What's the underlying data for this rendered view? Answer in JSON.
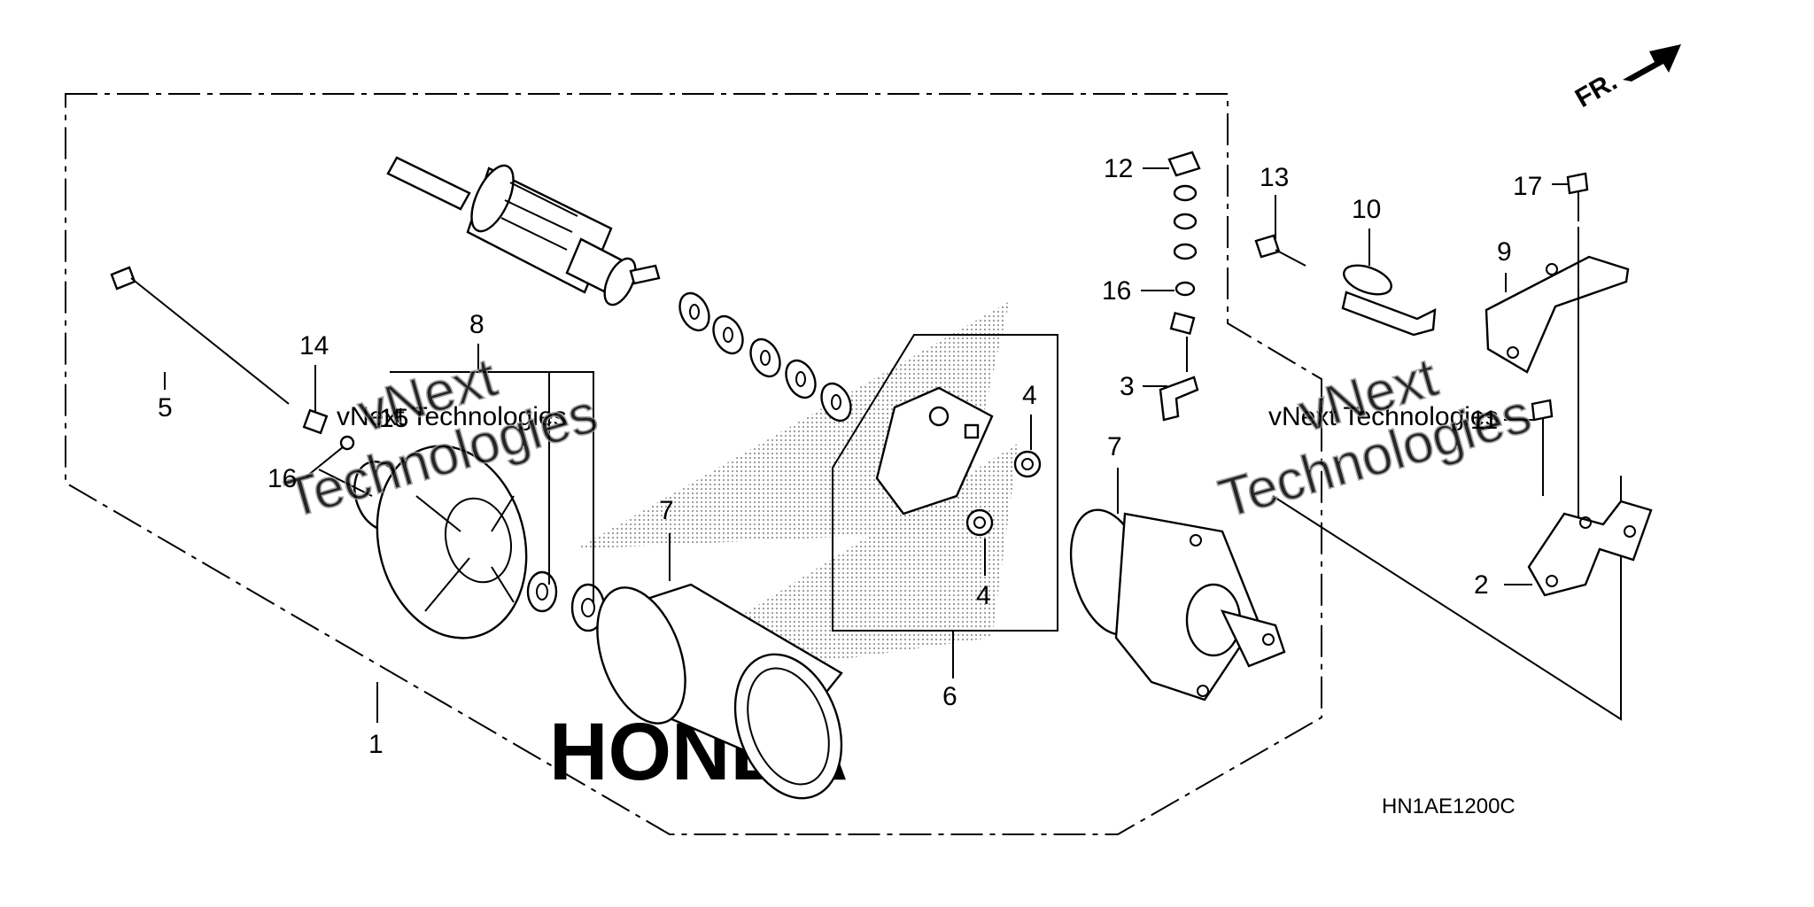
{
  "diagram": {
    "direction_label": "FR.",
    "reference_code": "HN1AE1200C",
    "watermark": {
      "line1": "vNext",
      "line2": "vNext Technologies",
      "line3": "Technologies"
    },
    "brand_mark": "HONDA",
    "callouts": [
      {
        "id": "1",
        "label": "1"
      },
      {
        "id": "2",
        "label": "2"
      },
      {
        "id": "3",
        "label": "3"
      },
      {
        "id": "4a",
        "label": "4"
      },
      {
        "id": "4b",
        "label": "4"
      },
      {
        "id": "5",
        "label": "5"
      },
      {
        "id": "6",
        "label": "6"
      },
      {
        "id": "7a",
        "label": "7"
      },
      {
        "id": "7b",
        "label": "7"
      },
      {
        "id": "8",
        "label": "8"
      },
      {
        "id": "9",
        "label": "9"
      },
      {
        "id": "10",
        "label": "10"
      },
      {
        "id": "11",
        "label": "11"
      },
      {
        "id": "12",
        "label": "12"
      },
      {
        "id": "13",
        "label": "13"
      },
      {
        "id": "14",
        "label": "14"
      },
      {
        "id": "15",
        "label": "15"
      },
      {
        "id": "16a",
        "label": "16"
      },
      {
        "id": "16b",
        "label": "16"
      },
      {
        "id": "17",
        "label": "17"
      }
    ]
  }
}
